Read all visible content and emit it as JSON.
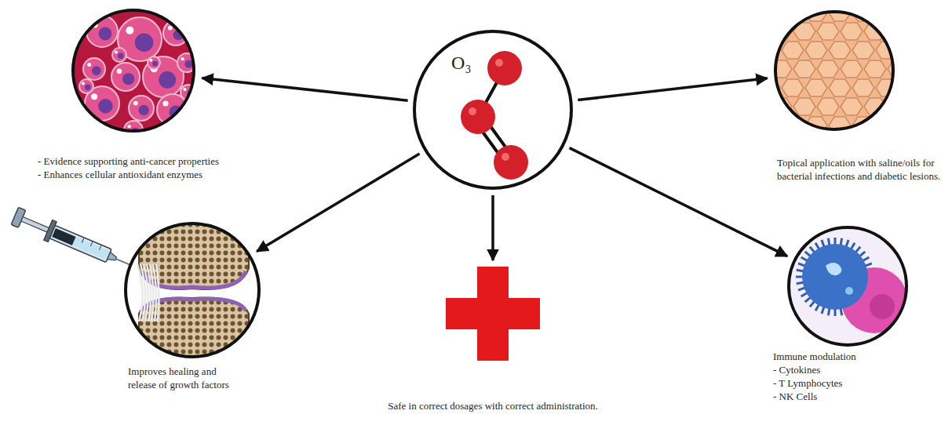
{
  "diagram": {
    "nodes": [
      {
        "text": [
          "O₃"
        ]
      },
      {
        "text": [
          "- Evidence supporting anti-cancer properties",
          "- Enhances cellular antioxidant enzymes"
        ]
      },
      {
        "text": [
          "Topical application with saline/oils for bacterial infections and diabetic lesions."
        ]
      },
      {
        "text": [
          "Improves healing and release of growth factors"
        ]
      },
      {
        "text": [
          "Safe in correct dosages with correct administration."
        ]
      },
      {
        "text": [
          "Immune modulation",
          "- Cytokines",
          "- T Lymphocytes",
          "- NK Cells"
        ]
      }
    ],
    "edges": [
      {
        "from": 0,
        "to": 1,
        "arrow": "to"
      },
      {
        "from": 0,
        "to": 2,
        "arrow": "to"
      },
      {
        "from": 0,
        "to": 3,
        "arrow": "to"
      },
      {
        "from": 0,
        "to": 4,
        "arrow": "to"
      },
      {
        "from": 0,
        "to": 5,
        "arrow": "to"
      }
    ]
  }
}
